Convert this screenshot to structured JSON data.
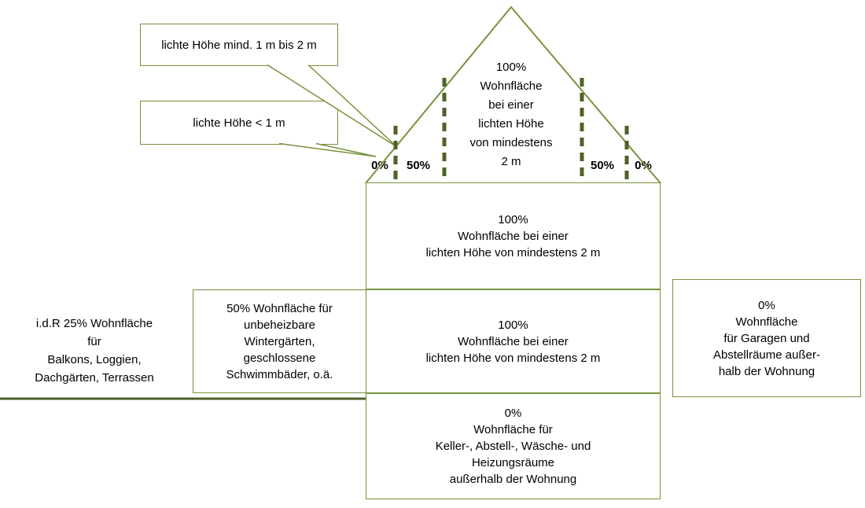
{
  "colors": {
    "outline": "#77933C",
    "dash": "#4F6228"
  },
  "callouts": {
    "height_1_to_2": "lichte Höhe mind. 1 m bis 2 m",
    "height_below_1": "lichte Höhe < 1 m"
  },
  "roof": {
    "center_label": "100%\nWohnfläche\nbei einer\nlichten Höhe\nvon mindestens\n2 m",
    "zones": [
      "0%",
      "50%",
      "50%",
      "0%"
    ]
  },
  "floors": {
    "upper": "100%\nWohnfläche bei einer\nlichten Höhe von mindestens 2 m",
    "middle": "100%\nWohnfläche bei einer\nlichten Höhe von mindestens 2 m",
    "basement": "0%\nWohnfläche für\nKeller-, Abstell-, Wäsche- und\nHeizungsräume\naußerhalb der Wohnung"
  },
  "annex": {
    "winter_garden": "50% Wohnfläche für\nunbeheizbare\nWintergärten,\ngeschlossene\nSchwimmbäder, o.ä.",
    "balcony_note": "i.d.R 25% Wohnfläche\nfür\nBalkons, Loggien,\nDachgärten, Terrassen",
    "garage": "0%\nWohnfläche\nfür Garagen und\nAbstellräume außer-\nhalb der Wohnung"
  }
}
